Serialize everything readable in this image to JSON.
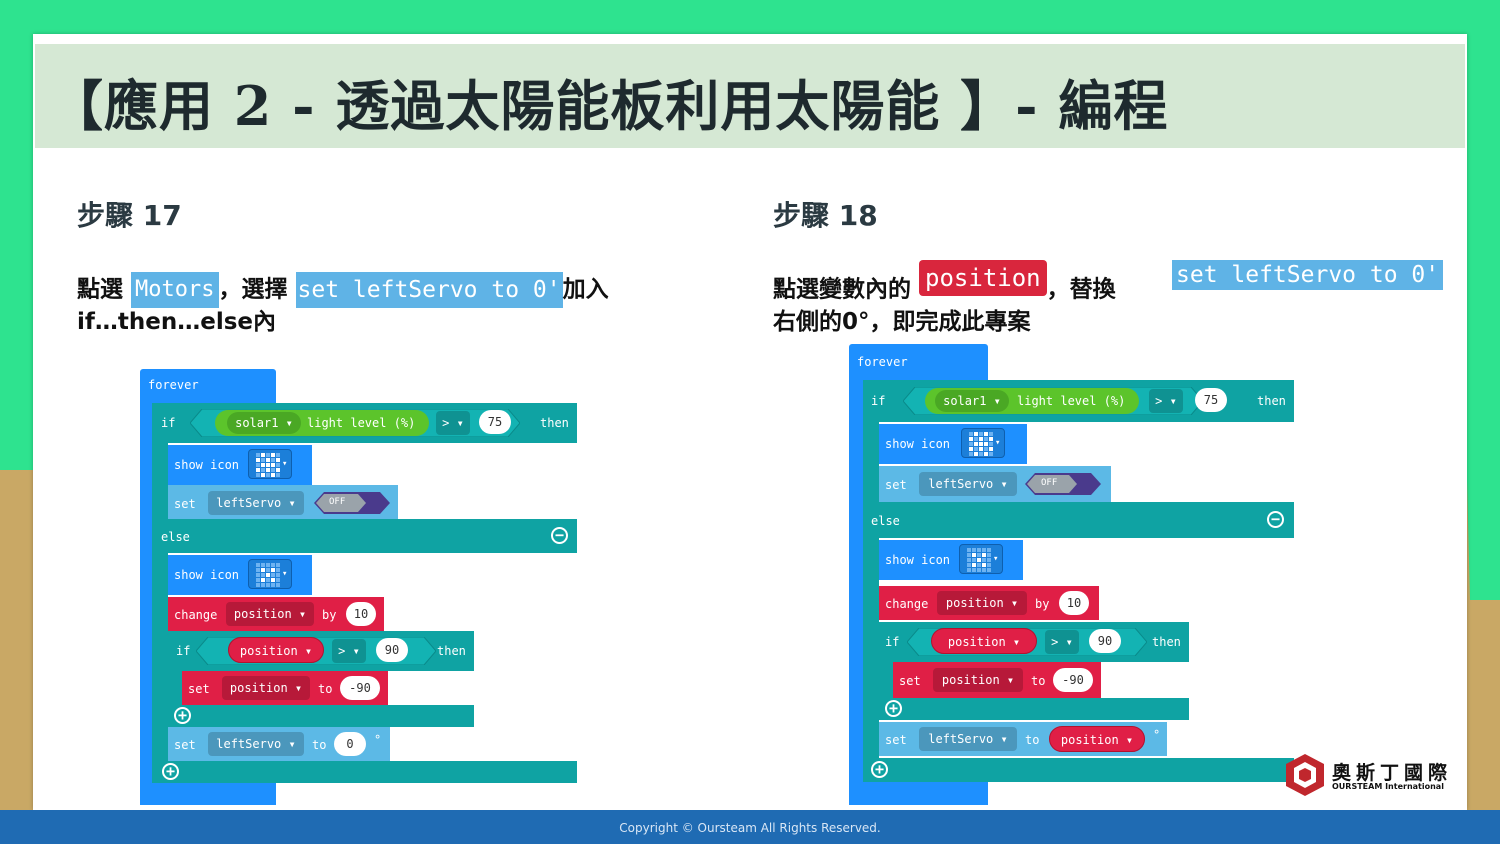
{
  "title": "【應用 2 - 透過太陽能板利用太陽能 】- 編程",
  "footer": "Copyright © Oursteam All Rights Reserved.",
  "logo": {
    "name_cn": "奧斯丁國際",
    "name_en": "OURSTEAM International"
  },
  "step17": {
    "heading": "步驟 17",
    "line1_a": "點選",
    "chip_motors": "Motors",
    "line1_b": "，選擇",
    "chip_set": "set leftServo to 0'",
    "line1_c": "加入",
    "line2": "if…then…else內"
  },
  "step18": {
    "heading": "步驟 18",
    "line1_a": "點選變數內的",
    "chip_position": "position",
    "line1_b": "，替換",
    "chip_set": "set leftServo to 0'",
    "line2": "右側的0°，即完成此專案"
  },
  "blocks": {
    "forever": "forever",
    "if": "if",
    "then": "then",
    "else": "else",
    "solar": "solar1",
    "light_level": "light level (%)",
    "gt": ">",
    "threshold": "75",
    "show_icon": "show icon",
    "set": "set",
    "left_servo": "leftServo",
    "off": "OFF",
    "change": "change",
    "position": "position",
    "by": "by",
    "step": "10",
    "limit": "90",
    "to": "to",
    "reset": "-90",
    "zero": "0",
    "degree": "°"
  },
  "colors": {
    "loop": "#1e90ff",
    "logic": "#0fa3a3",
    "variable": "#e01f46",
    "input": "#5cc42b",
    "servo": "#5cb9e6"
  }
}
